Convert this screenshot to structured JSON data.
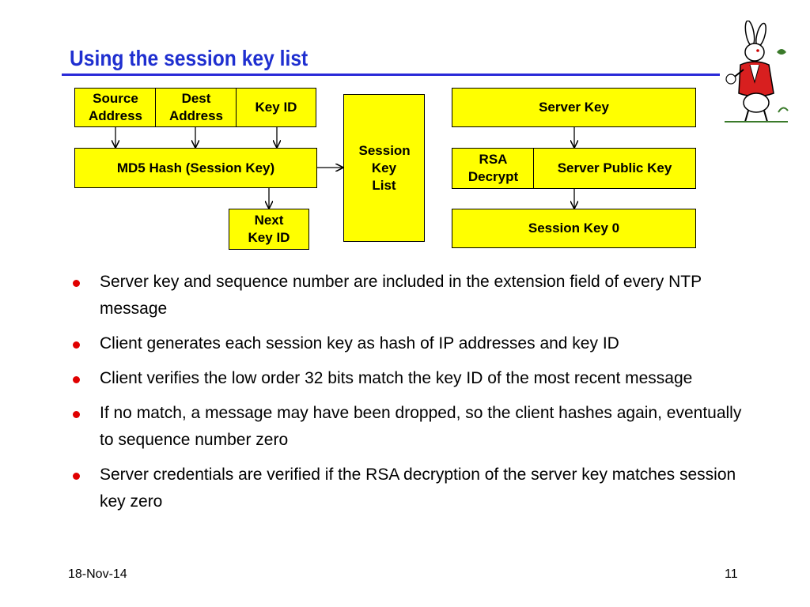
{
  "slide": {
    "title": "Using the session key list",
    "date": "18-Nov-14",
    "page_number": "11"
  },
  "diagram": {
    "source_address": "Source Address",
    "dest_address": "Dest Address",
    "key_id": "Key ID",
    "md5_hash": "MD5 Hash (Session Key)",
    "next_key_id": "Next Key ID",
    "session_key_list": "Session Key List",
    "server_key": "Server Key",
    "rsa_decrypt": "RSA Decrypt",
    "server_public_key": "Server Public Key",
    "session_key_0": "Session Key 0",
    "box_color": "#ffff00"
  },
  "bullets": [
    "Server key and sequence number are included in the extension field of every NTP message",
    "Client generates each session key as hash of IP addresses and key ID",
    "Client verifies the low order 32 bits match the key ID of the most recent message",
    "If no match, a message may have been dropped, so the client hashes again, eventually to sequence number zero",
    "Server credentials are verified if the RSA decryption of the server key matches session key zero"
  ],
  "colors": {
    "title": "#1f2fd0",
    "bullet_dot": "#e00000"
  }
}
